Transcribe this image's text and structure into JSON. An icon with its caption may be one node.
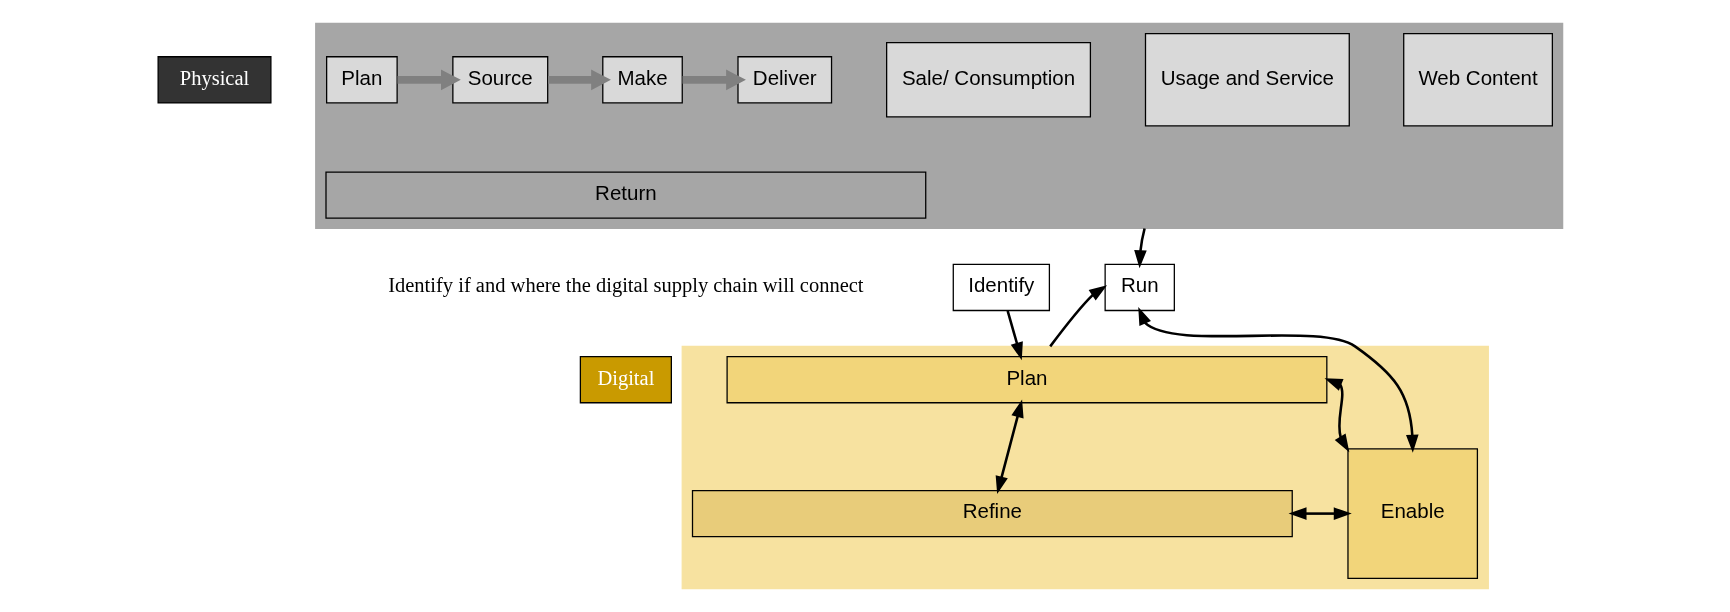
{
  "diagram": {
    "nodes": [
      {
        "text": [
          "Physical"
        ]
      },
      {
        "text": [],
        "shape": "box"
      },
      {
        "text": [
          "Plan"
        ],
        "in": 1
      },
      {
        "text": [
          "Source"
        ],
        "in": 1
      },
      {
        "text": [
          "Make"
        ],
        "in": 1
      },
      {
        "text": [
          "Deliver"
        ],
        "in": 1
      },
      {
        "text": [
          "Sale/ Consumption"
        ],
        "in": 1
      },
      {
        "text": [
          "Usage and Service"
        ],
        "in": 1
      },
      {
        "text": [
          "Web Content"
        ],
        "in": 1
      },
      {
        "text": [
          "Return"
        ],
        "in": 1
      },
      {
        "text": [
          "Identify"
        ]
      },
      {
        "text": [
          "Run"
        ]
      },
      {
        "text": [
          "Digital"
        ]
      },
      {
        "text": [],
        "shape": "box"
      },
      {
        "text": [
          "Plan"
        ],
        "in": 13
      },
      {
        "text": [
          "Refine"
        ],
        "in": 13
      },
      {
        "text": [
          "Enable"
        ],
        "in": 13
      }
    ],
    "edges": [
      {
        "from": 2,
        "to": 3,
        "arrow": "to",
        "style": "thick",
        "color": "#808080"
      },
      {
        "from": 3,
        "to": 4,
        "arrow": "to",
        "style": "thick",
        "color": "#808080"
      },
      {
        "from": 4,
        "to": 5,
        "arrow": "to",
        "style": "thick",
        "color": "#808080"
      },
      {
        "from": 1,
        "to": 11,
        "arrow": "to"
      },
      {
        "from": 13,
        "to": 11,
        "arrow": "to"
      },
      {
        "from": 10,
        "to": 14,
        "arrow": "to"
      },
      {
        "from": 11,
        "to": 16,
        "arrow": "both"
      },
      {
        "from": 14,
        "to": 16,
        "arrow": "both"
      },
      {
        "from": 15,
        "to": 16,
        "arrow": "both"
      },
      {
        "from": 14,
        "to": 15,
        "arrow": "both"
      }
    ],
    "labels": [
      "Identify if and where the digital supply chain will connect"
    ]
  }
}
